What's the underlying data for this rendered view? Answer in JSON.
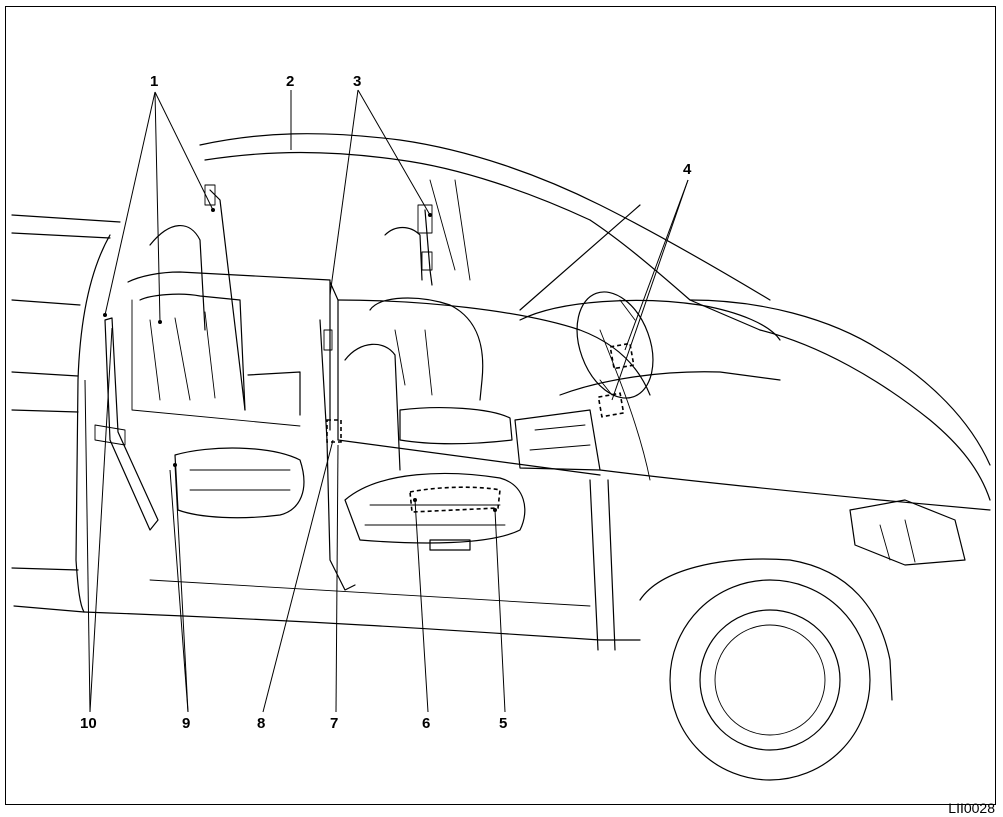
{
  "diagram": {
    "figure_code": "LII0028",
    "callouts": [
      {
        "id": "c1",
        "label": "1"
      },
      {
        "id": "c2",
        "label": "2"
      },
      {
        "id": "c3",
        "label": "3"
      },
      {
        "id": "c4",
        "label": "4"
      },
      {
        "id": "c5",
        "label": "5"
      },
      {
        "id": "c6",
        "label": "6"
      },
      {
        "id": "c7",
        "label": "7"
      },
      {
        "id": "c8",
        "label": "8"
      },
      {
        "id": "c9",
        "label": "9"
      },
      {
        "id": "c10",
        "label": "10"
      }
    ]
  }
}
